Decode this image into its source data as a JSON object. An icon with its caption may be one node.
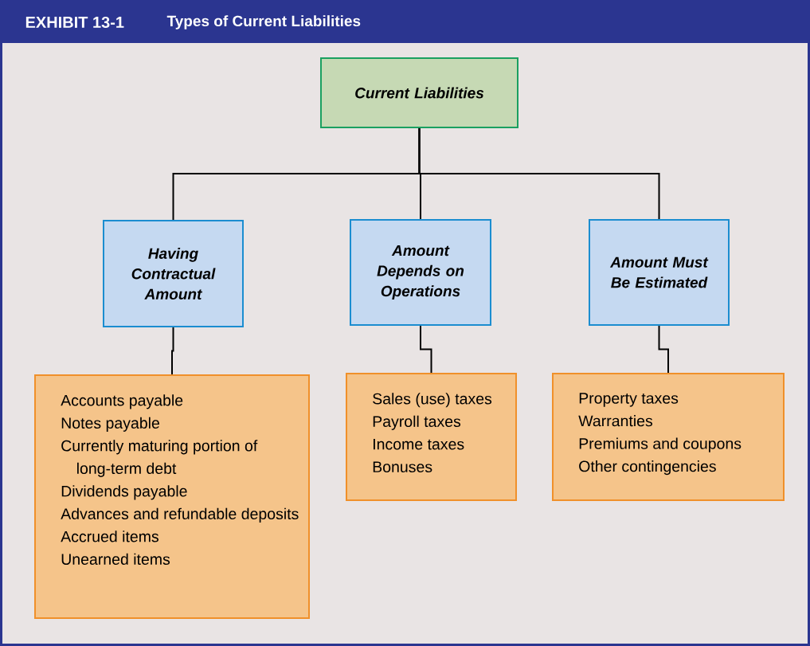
{
  "diagram": {
    "title": "Types of Current Liabilities",
    "nodes": [
      {
        "text": [
          "Current Liabilities"
        ]
      },
      {
        "text": [
          "Having Contractual Amount"
        ]
      },
      {
        "text": [
          "Amount Depends on Operations"
        ]
      },
      {
        "text": [
          "Amount Must Be Estimated"
        ]
      },
      {
        "text": [
          "Accounts payable",
          "Notes payable",
          "Currently maturing portion of long-term debt",
          "Dividends payable",
          "Advances and refundable deposits",
          "Accrued items",
          "Unearned items"
        ]
      },
      {
        "text": [
          "Sales (use) taxes",
          "Payroll taxes",
          "Income taxes",
          "Bonuses"
        ]
      },
      {
        "text": [
          "Property taxes",
          "Warranties",
          "Premiums and coupons",
          "Other contingencies"
        ]
      }
    ],
    "edges": [
      {
        "from": 0,
        "to": 1,
        "arrow": "none"
      },
      {
        "from": 0,
        "to": 2,
        "arrow": "none"
      },
      {
        "from": 0,
        "to": 3,
        "arrow": "none"
      },
      {
        "from": 1,
        "to": 4,
        "arrow": "none"
      },
      {
        "from": 2,
        "to": 5,
        "arrow": "none"
      },
      {
        "from": 3,
        "to": 6,
        "arrow": "none"
      }
    ],
    "labels": [
      "EXHIBIT 13-1"
    ]
  }
}
